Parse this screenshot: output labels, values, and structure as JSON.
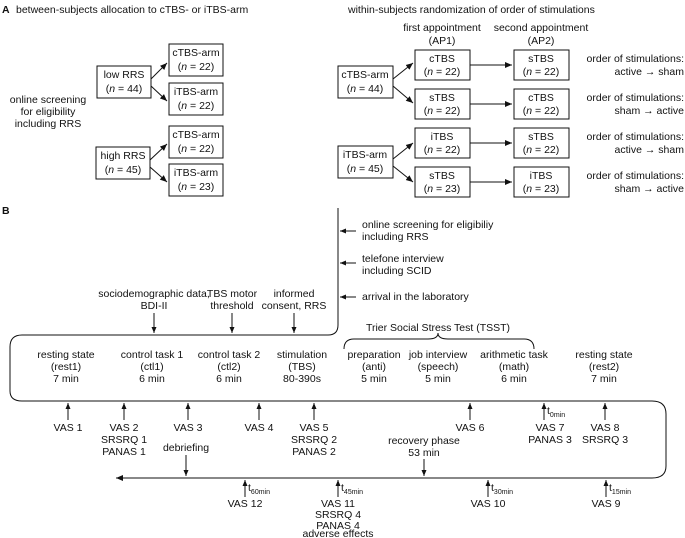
{
  "panel_a": {
    "letter": "A",
    "left_title": "between-subjects allocation to cTBS- or iTBS-arm",
    "right_title": "within-subjects randomization of order of stimulations",
    "screening": [
      "online screening",
      "for eligibility",
      "including RRS"
    ],
    "low_rrs": {
      "label": "low RRS",
      "n": "44"
    },
    "high_rrs": {
      "label": "high RRS",
      "n": "45"
    },
    "low_arms": [
      {
        "label": "cTBS-arm",
        "n": "22"
      },
      {
        "label": "iTBS-arm",
        "n": "22"
      }
    ],
    "high_arms": [
      {
        "label": "cTBS-arm",
        "n": "22"
      },
      {
        "label": "iTBS-arm",
        "n": "23"
      }
    ],
    "ap1_header": [
      "first appointment",
      "(AP1)"
    ],
    "ap2_header": [
      "second appointment",
      "(AP2)"
    ],
    "ctbs_arm": {
      "label": "cTBS-arm",
      "n": "44"
    },
    "itbs_arm": {
      "label": "iTBS-arm",
      "n": "45"
    },
    "rows": [
      {
        "ap1": "cTBS",
        "ap1_n": "22",
        "ap2": "sTBS",
        "ap2_n": "22",
        "order": "active → sham"
      },
      {
        "ap1": "sTBS",
        "ap1_n": "22",
        "ap2": "cTBS",
        "ap2_n": "22",
        "order": "sham → active"
      },
      {
        "ap1": "iTBS",
        "ap1_n": "22",
        "ap2": "sTBS",
        "ap2_n": "22",
        "order": "active → sham"
      },
      {
        "ap1": "sTBS",
        "ap1_n": "23",
        "ap2": "iTBS",
        "ap2_n": "23",
        "order": "sham → active"
      }
    ],
    "order_label": "order of stimulations:"
  },
  "panel_b": {
    "letter": "B",
    "pre": [
      [
        "online screening for eligibiliy",
        "including RRS"
      ],
      [
        "telefone interview",
        "including SCID"
      ],
      [
        "arrival in the laboratory"
      ]
    ],
    "top_notes": [
      [
        "sociodemographic data,",
        "BDI-II"
      ],
      [
        "TBS motor",
        "threshold"
      ],
      [
        "informed",
        "consent, RRS"
      ]
    ],
    "tsst": "Trier Social Stress Test (TSST)",
    "phases": [
      [
        "resting state",
        "(rest1)",
        "7 min"
      ],
      [
        "control task 1",
        "(ctl1)",
        "6 min"
      ],
      [
        "control task 2",
        "(ctl2)",
        "6 min"
      ],
      [
        "stimulation",
        "(TBS)",
        "80-390s"
      ],
      [
        "preparation",
        "(anti)",
        "5 min"
      ],
      [
        "job interview",
        "(speech)",
        "5 min"
      ],
      [
        "arithmetic task",
        "(math)",
        "6 min"
      ],
      [
        "resting state",
        "(rest2)",
        "7 min"
      ]
    ],
    "measures_row1": [
      [
        "VAS 1"
      ],
      [
        "VAS 2",
        "SRSRQ 1",
        "PANAS 1"
      ],
      [
        "VAS 3"
      ],
      [
        "VAS 4"
      ],
      [
        "VAS 5",
        "SRSRQ 2",
        "PANAS 2"
      ],
      [
        "VAS 6"
      ],
      [
        "VAS 7",
        "PANAS 3"
      ],
      [
        "VAS 8",
        "SRSRQ 3"
      ]
    ],
    "t0": {
      "t": "t",
      "sub": "0min"
    },
    "debriefing": "debriefing",
    "recovery": [
      "recovery phase",
      "53 min"
    ],
    "measures_row2": [
      {
        "t": "t",
        "sub": "60min",
        "lines": [
          "VAS 12"
        ]
      },
      {
        "t": "t",
        "sub": "45min",
        "lines": [
          "VAS 11",
          "SRSRQ 4",
          "PANAS 4",
          "adverse effects"
        ]
      },
      {
        "t": "t",
        "sub": "30min",
        "lines": [
          "VAS 10"
        ]
      },
      {
        "t": "t",
        "sub": "15min",
        "lines": [
          "VAS 9"
        ]
      }
    ]
  }
}
